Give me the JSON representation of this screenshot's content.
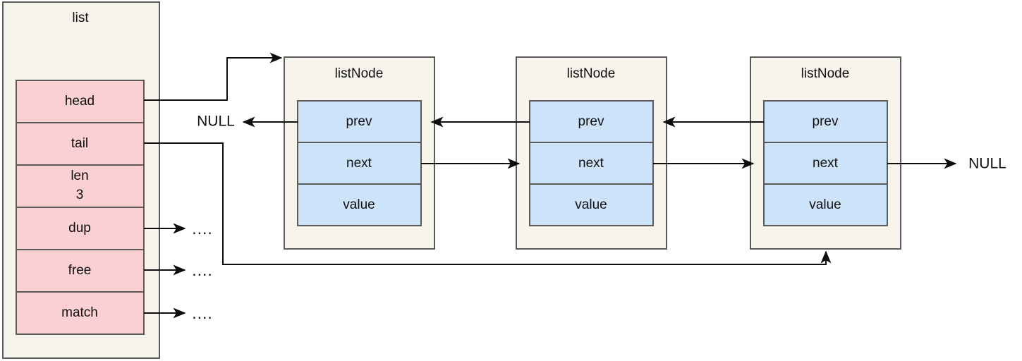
{
  "diagram": {
    "title_text": "list",
    "null_label": "NULL",
    "ellipsis_label": "....",
    "colors": {
      "container_fill": "#f7f4ec",
      "struct_field_fill": "#fbd0d3",
      "node_field_fill": "#cce3fa",
      "border": "#5a5a5a",
      "edge": "#0d0d0d",
      "text": "#101010",
      "page_background": "#ffffff"
    }
  },
  "list_struct": {
    "label": "list",
    "fields": [
      {
        "name": "head",
        "value": "",
        "has_pointer": true,
        "pointer_target": "node-1-top"
      },
      {
        "name": "tail",
        "value": "",
        "has_pointer": true,
        "pointer_target": "node-3-bottom"
      },
      {
        "name": "len",
        "value": "3",
        "has_pointer": false,
        "pointer_target": ""
      },
      {
        "name": "dup",
        "value": "",
        "has_pointer": true,
        "pointer_target": "ellipsis"
      },
      {
        "name": "free",
        "value": "",
        "has_pointer": true,
        "pointer_target": "ellipsis"
      },
      {
        "name": "match",
        "value": "",
        "has_pointer": true,
        "pointer_target": "ellipsis"
      }
    ]
  },
  "nodes": [
    {
      "label": "listNode",
      "fields": [
        "prev",
        "next",
        "value"
      ]
    },
    {
      "label": "listNode",
      "fields": [
        "prev",
        "next",
        "value"
      ]
    },
    {
      "label": "listNode",
      "fields": [
        "prev",
        "next",
        "value"
      ]
    }
  ],
  "terminators": {
    "left_null": "NULL",
    "right_null": "NULL"
  },
  "pointer_ellipses": [
    "....",
    "....",
    "...."
  ]
}
